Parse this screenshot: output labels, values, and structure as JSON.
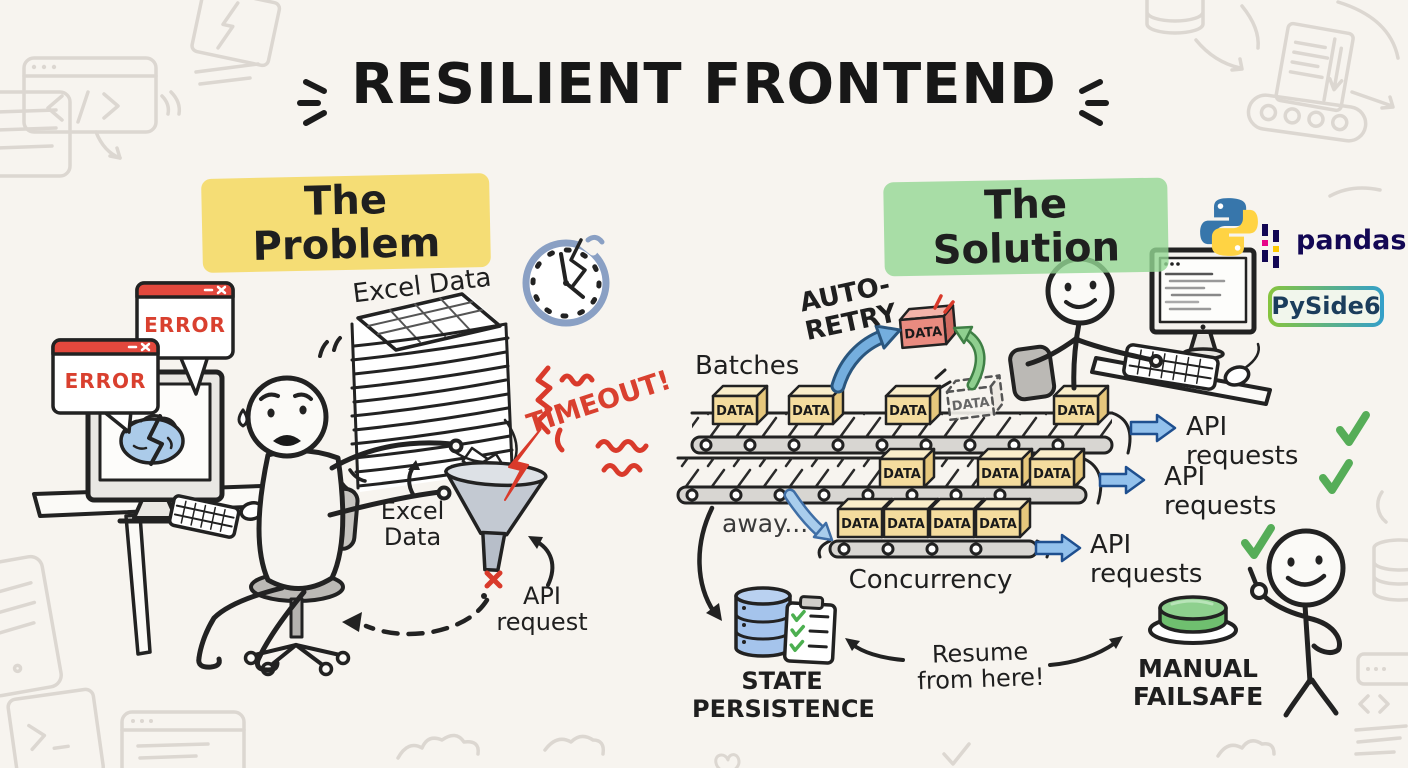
{
  "title": {
    "text": "RESILIENT FRONTEND"
  },
  "problem": {
    "heading": "The Problem",
    "error_popups": [
      "ERROR",
      "ERROR"
    ],
    "stack_label": "Excel Data",
    "timeout_label": "TIMEOUT!",
    "funnel_source_label": "Excel\nData",
    "api_request_label": "API\nrequest"
  },
  "solution": {
    "heading": "The Solution",
    "tools": {
      "pandas_label": "pandas",
      "pyside_label": "PySide6"
    },
    "auto_retry_label": "AUTO-RETRY",
    "batches_label": "Batches",
    "data_box_label": "DATA",
    "away_label": "away...",
    "concurrency_label": "Concurrency",
    "api_rows": [
      {
        "label": "API requests",
        "status": "success"
      },
      {
        "label": "API requests",
        "status": "success"
      },
      {
        "label": "API requests",
        "status": "success"
      }
    ],
    "state_persistence_label": "STATE\nPERSISTENCE",
    "resume_label": "Resume\nfrom here!",
    "manual_failsafe_label": "MANUAL\nFAILSAFE"
  },
  "icons": {
    "check": "check-icon",
    "close": "close-icon",
    "minimize": "minimize-icon",
    "python": "python-logo-icon",
    "pandas_mark": "pandas-logo-icon",
    "broken_clock": "broken-clock-icon",
    "funnel": "funnel-icon",
    "database": "database-icon",
    "clipboard": "clipboard-icon",
    "green_button": "manual-failsafe-button-icon"
  },
  "colors": {
    "background": "#f7f4ef",
    "yellow_highlight": "#f5d85f",
    "green_highlight": "#94d794",
    "error_red": "#d9402f",
    "data_box_tan": "#f4dc9e",
    "retry_box_red": "#e98b80",
    "arrow_blue": "#74aede",
    "check_green": "#56ad58",
    "button_green": "#8ed08e",
    "db_blue": "#a5c4ec",
    "pandas_navy": "#130754",
    "python_blue": "#3776ab",
    "python_yellow": "#ffd343"
  }
}
